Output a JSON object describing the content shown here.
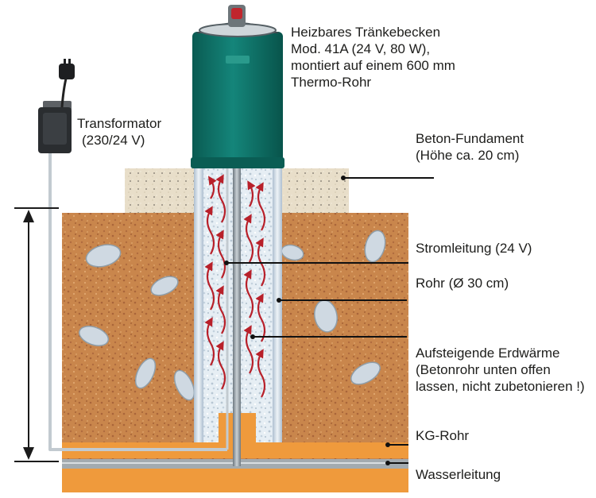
{
  "labels": {
    "heater": {
      "line1": "Heizbares Tränkebecken",
      "line2": "Mod. 41A (24 V, 80 W),",
      "line3": "montiert auf einem 600 mm",
      "line4": "Thermo-Rohr"
    },
    "transformer": {
      "line1": "Transformator",
      "line2": "(230/24 V)"
    },
    "foundation": {
      "line1": "Beton-Fundament",
      "line2": "(Höhe ca. 20 cm)"
    },
    "power_line": "Stromleitung (24 V)",
    "pipe": "Rohr (Ø 30 cm)",
    "earth_heat": {
      "line1": "Aufsteigende Erdwärme",
      "line2": "(Betonrohr unten offen",
      "line3": "lassen, nicht zubetonieren !)"
    },
    "kg_pipe": "KG-Rohr",
    "water_line": "Wasserleitung"
  },
  "colors": {
    "soil": "#c8834a",
    "concrete": "#e7dcc6",
    "trough": "#0f7468",
    "kg_pipe": "#ef9a3c",
    "water_line": "#9aa3a8",
    "heat_arrows": "#b8202a",
    "gravel": "#d6e6f2"
  },
  "icons": {
    "transformer": "transformer-box-icon",
    "plug": "power-plug-icon",
    "depth_arrow": "double-arrow-icon"
  }
}
